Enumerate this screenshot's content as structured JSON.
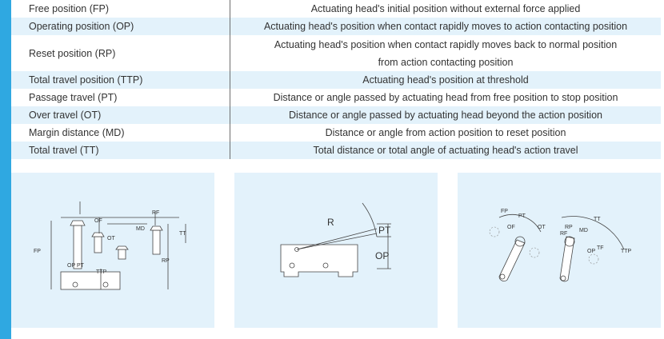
{
  "rows": [
    {
      "term": "Free position (FP)",
      "desc": [
        "Actuating head's initial position without external force applied"
      ]
    },
    {
      "term": "Operating position (OP)",
      "desc": [
        "Actuating head's position when contact rapidly moves to action contacting position"
      ]
    },
    {
      "term": "Reset position (RP)",
      "desc": [
        "Actuating head's position when contact rapidly moves back to normal position",
        "from action contacting position"
      ]
    },
    {
      "term": "Total travel position (TTP)",
      "desc": [
        "Actuating head's position at threshold"
      ]
    },
    {
      "term": "Passage travel (PT)",
      "desc": [
        "Distance or angle passed by actuating head from free position to stop position"
      ]
    },
    {
      "term": "Over travel (OT)",
      "desc": [
        "Distance or angle passed by actuating head beyond the action position"
      ]
    },
    {
      "term": "Margin distance (MD)",
      "desc": [
        "Distance or angle from action position to reset position"
      ]
    },
    {
      "term": "Total travel (TT)",
      "desc": [
        "Total distance or total angle of actuating head's action travel"
      ]
    }
  ],
  "diagram1": {
    "fp": "FP",
    "op": "OP",
    "pt": "PT",
    "of": "OF",
    "ot": "OT",
    "md": "MD",
    "rf": "RF",
    "tt": "TT",
    "ttp": "TTP",
    "rp": "RP"
  },
  "diagram2": {
    "r": "R",
    "pt": "PT",
    "op": "OP"
  },
  "diagram3": {
    "fp": "FP",
    "pt": "PT",
    "of": "OF",
    "ot": "OT",
    "tt": "TT",
    "rp": "RP",
    "md": "MD",
    "rf": "RF",
    "op": "OP",
    "tf": "TF",
    "ttp": "TTP"
  },
  "colors": {
    "accent": "#2fa8e1",
    "row_shade": "#e3f2fb",
    "panel_bg": "#e3f2fb"
  }
}
